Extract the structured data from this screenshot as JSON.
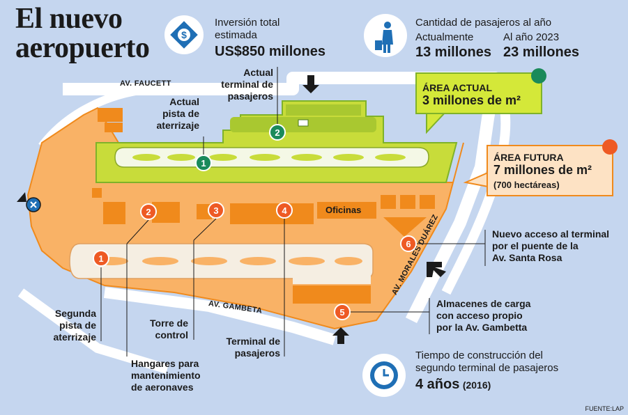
{
  "header": {
    "title_line1": "El nuevo",
    "title_line2": "aeropuerto"
  },
  "investment": {
    "icon": "money-sign-icon",
    "label_line1": "Inversión total",
    "label_line2": "estimada",
    "value": "US$850 millones"
  },
  "passengers": {
    "icon": "traveler-with-luggage-icon",
    "title": "Cantidad de pasajeros al año",
    "current_label": "Actualmente",
    "current_value": "13 millones",
    "future_label": "Al año 2023",
    "future_value": "23 millones"
  },
  "areas": {
    "current_label": "ÁREA ACTUAL",
    "current_value": "3 millones de m²",
    "current_color": "#1a8a5a",
    "future_label": "ÁREA FUTURA",
    "future_value": "7 millones de m²",
    "future_note": "(700 hectáreas)",
    "future_color": "#ee5a24"
  },
  "roads": {
    "faucett": "AV. FAUCETT",
    "gambeta": "AV. GAMBETA",
    "morales": "AV. MORALES DUÁREZ"
  },
  "map": {
    "offices_label": "Oficinas",
    "current_markers": [
      "1",
      "2"
    ],
    "future_markers": [
      "1",
      "2",
      "3",
      "4",
      "5",
      "6"
    ]
  },
  "callouts": {
    "current_runway": [
      "Actual",
      "pista de",
      "aterrizaje"
    ],
    "current_terminal": [
      "Actual",
      "terminal de",
      "pasajeros"
    ],
    "second_runway": [
      "Segunda",
      "pista de",
      "aterrizaje"
    ],
    "hangars": [
      "Hangares para",
      "mantenimiento",
      "de aeronaves"
    ],
    "tower": [
      "Torre de",
      "control"
    ],
    "terminal": [
      "Terminal de",
      "pasajeros"
    ],
    "new_access": [
      "Nuevo acceso al terminal",
      "por el puente de la",
      "Av. Santa Rosa"
    ],
    "cargo": [
      "Almacenes de carga",
      "con acceso propio",
      "por la Av. Gambetta"
    ]
  },
  "construction": {
    "icon": "clock-icon",
    "line1": "Tiempo de construcción del",
    "line2": "segundo terminal de pasajeros",
    "value": "4 años",
    "year": "(2016)"
  },
  "source": "FUENTE:LAP",
  "colors": {
    "background": "#c5d6ef",
    "current_zone": "#c8dc3a",
    "future_zone": "#f9b266",
    "buildings": "#f08a1c",
    "marker_current": "#1a8a5a",
    "marker_future": "#ee5a24",
    "accent_blue": "#1f6fb5"
  }
}
